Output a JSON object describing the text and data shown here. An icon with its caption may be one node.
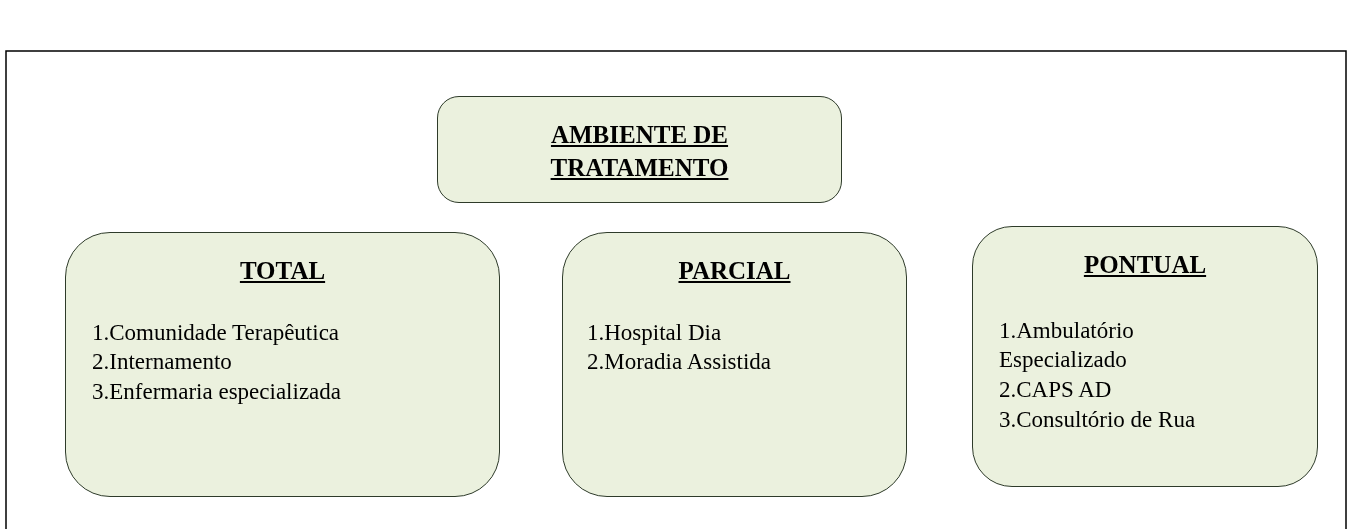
{
  "diagram": {
    "nodes": [
      {
        "text": [
          "AMBIENTE DE TRATAMENTO"
        ]
      },
      {
        "text": [
          "TOTAL",
          "1.Comunidade Terapêutica",
          "2.Internamento",
          "3.Enfermaria especializada"
        ]
      },
      {
        "text": [
          "PARCIAL",
          "1.Hospital Dia",
          "2.Moradia Assistida"
        ]
      },
      {
        "text": [
          "PONTUAL",
          "1.Ambulatório Especializado",
          "2.CAPS AD",
          "3.Consultório de Rua"
        ]
      }
    ]
  }
}
